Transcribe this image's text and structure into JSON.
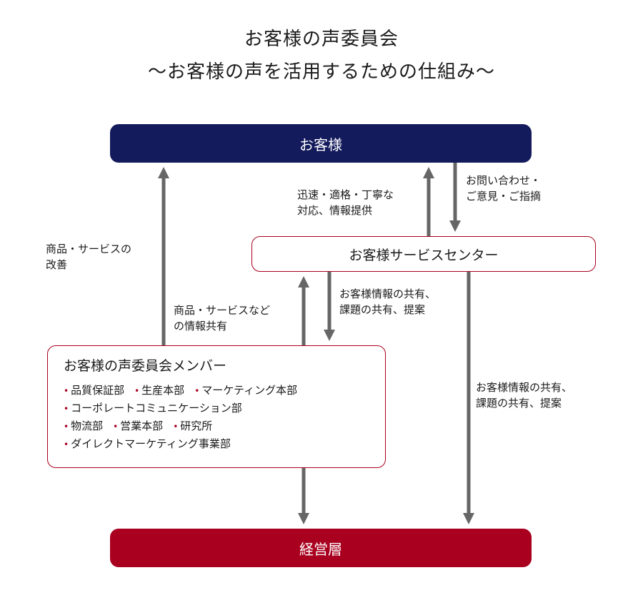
{
  "title": {
    "line1": "お客様の声委員会",
    "line2": "～お客様の声を活用するための仕組み～"
  },
  "nodes": {
    "customer": "お客様",
    "service_center": "お客様サービスセンター",
    "committee": {
      "title": "お客様の声委員会メンバー",
      "members": [
        [
          "品質保証部",
          "生産本部",
          "マーケティング本部"
        ],
        [
          "コーポレートコミュニケーション部"
        ],
        [
          "物流部",
          "営業本部",
          "研究所"
        ],
        [
          "ダイレクトマーケティング事業部"
        ]
      ]
    },
    "management": "経営層"
  },
  "labels": {
    "product_improvement": [
      "商品・サービスの",
      "改善"
    ],
    "prompt_response": [
      "迅速・適格・丁寧な",
      "対応、情報提供"
    ],
    "inquiries": [
      "お問い合わせ・",
      "ご意見・ご指摘"
    ],
    "share_to_committee": [
      "お客様情報の共有、",
      "課題の共有、提案"
    ],
    "product_info_share": [
      "商品・サービスなど",
      "の情報共有"
    ],
    "share_to_management": [
      "お客様情報の共有、",
      "課題の共有、提案"
    ]
  },
  "colors": {
    "navy": "#131b5c",
    "crimson": "#a8001e",
    "arrow": "#666666"
  }
}
